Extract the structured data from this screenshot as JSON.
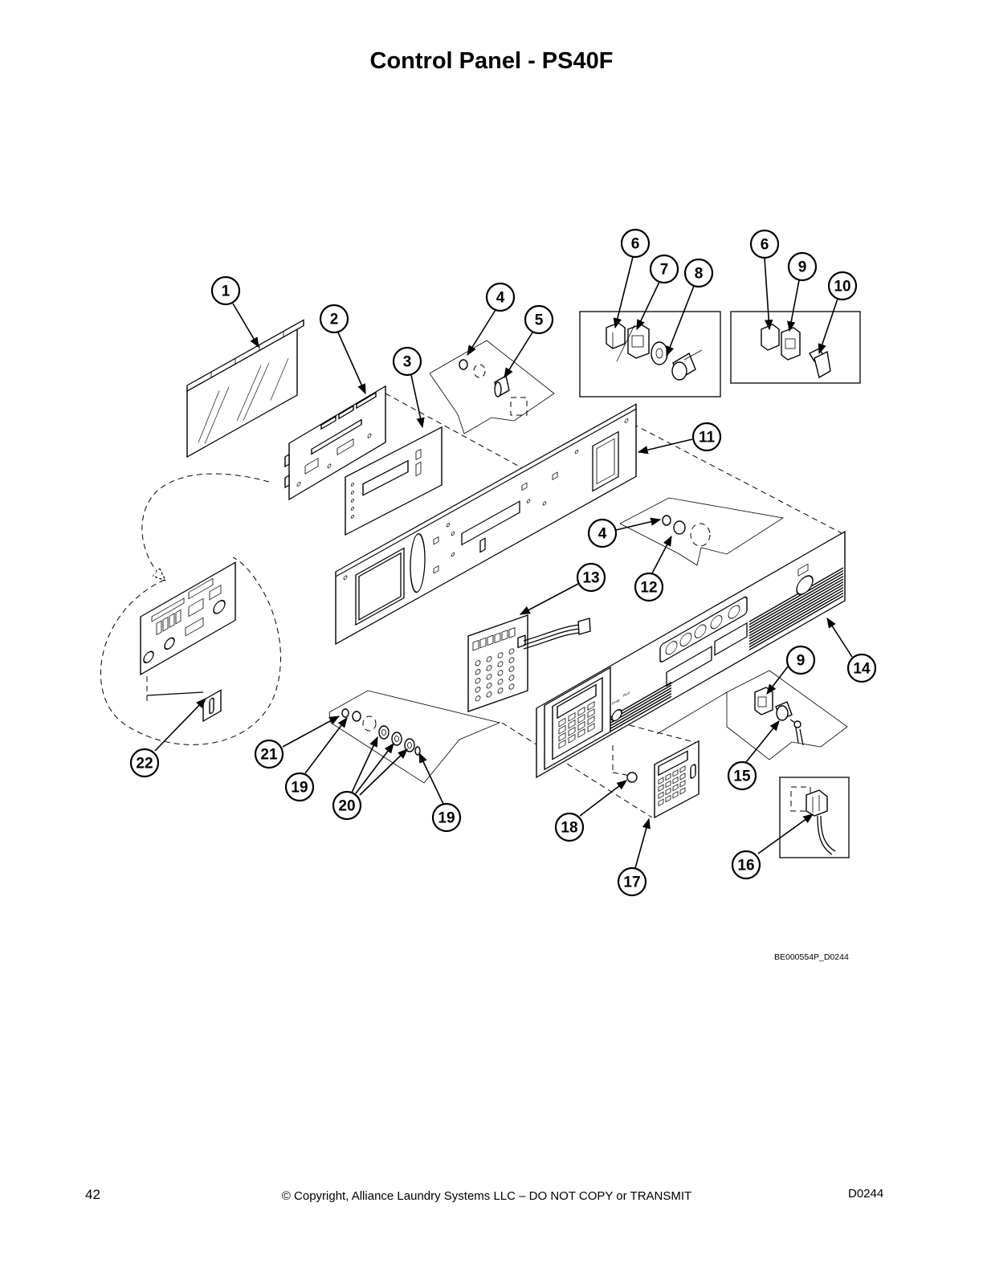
{
  "page": {
    "title": "Control Panel - PS40F",
    "drawing_id": "BE000554P_D0244"
  },
  "callouts": [
    {
      "label": "1"
    },
    {
      "label": "2"
    },
    {
      "label": "3"
    },
    {
      "label": "4"
    },
    {
      "label": "5"
    },
    {
      "label": "6"
    },
    {
      "label": "7"
    },
    {
      "label": "8"
    },
    {
      "label": "6"
    },
    {
      "label": "9"
    },
    {
      "label": "10"
    },
    {
      "label": "11"
    },
    {
      "label": "4"
    },
    {
      "label": "12"
    },
    {
      "label": "13"
    },
    {
      "label": "14"
    },
    {
      "label": "9"
    },
    {
      "label": "15"
    },
    {
      "label": "16"
    },
    {
      "label": "17"
    },
    {
      "label": "18"
    },
    {
      "label": "19"
    },
    {
      "label": "19"
    },
    {
      "label": "20"
    },
    {
      "label": "21"
    },
    {
      "label": "22"
    }
  ],
  "panel_labels": {
    "prog": "Prog",
    "run": "Run"
  },
  "footer": {
    "page_number": "42",
    "copyright": "© Copyright, Alliance Laundry Systems LLC – DO NOT COPY or TRANSMIT",
    "doc_code": "D0244"
  }
}
